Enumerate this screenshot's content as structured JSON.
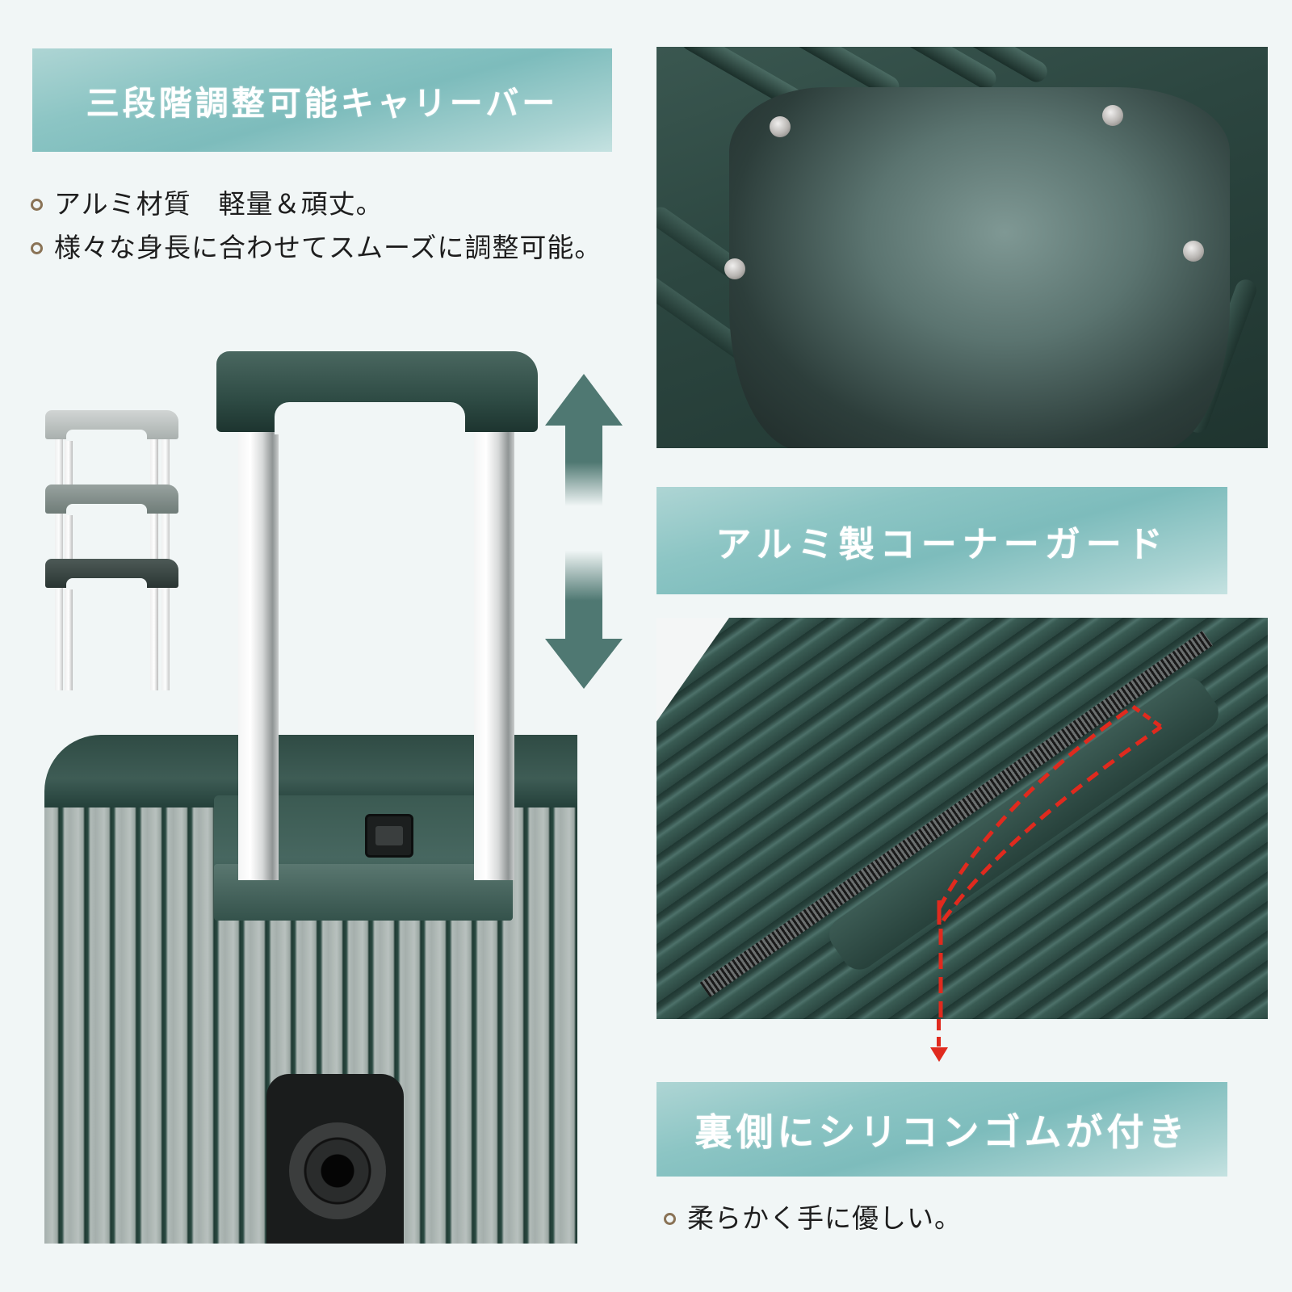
{
  "colors": {
    "background": "#f1f6f6",
    "banner_gradient_dark": "#7dbcbc",
    "banner_gradient_light": "#c5e2e1",
    "banner_text": "#ffffff",
    "bullet_ring": "#8a7356",
    "arrow": "#4f7872",
    "luggage_green": "#2e4b44",
    "red_dash": "#e02a1e"
  },
  "sections": {
    "carry_bar": {
      "title": "三段階調整可能キャリーバー",
      "bullets": [
        "アルミ材質　軽量＆頑丈。",
        "様々な身長に合わせてスムーズに調整可能。"
      ],
      "illustration": {
        "height_levels": 3,
        "arrow_icon": "up-down-double-arrow-icon"
      }
    },
    "corner_guard": {
      "title": "アルミ製コーナーガード",
      "photo": "aluminum-corner-guard-closeup"
    },
    "silicone_handle": {
      "title": "裏側にシリコンゴムが付き",
      "bullets": [
        "柔らかく手に優しい。"
      ],
      "photo": "top-handle-closeup-with-red-dashed-outline",
      "annotation_arrow": "red-dashed-down-arrow-icon"
    }
  }
}
